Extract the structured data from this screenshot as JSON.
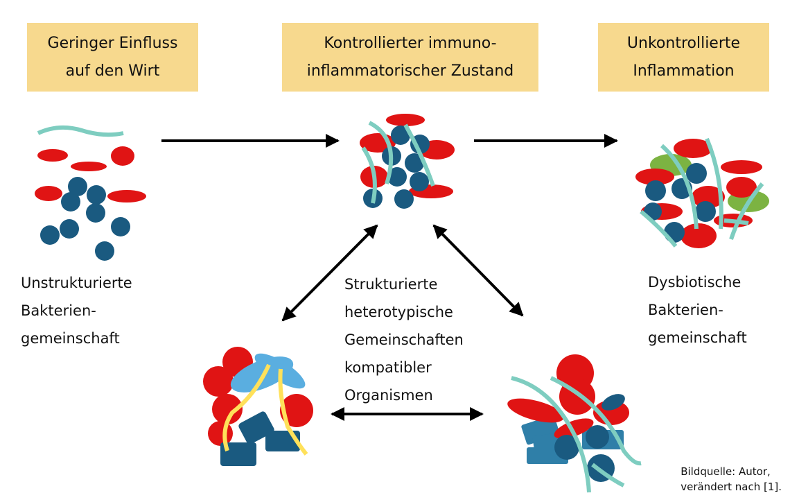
{
  "headers": {
    "left": {
      "line1": "Geringer Einfluss",
      "line2": "auf den Wirt"
    },
    "middle": {
      "line1": "Kontrollierter immuno-",
      "line2": "inflammatorischer Zustand"
    },
    "right": {
      "line1": "Unkontrollierte",
      "line2": "Inflammation"
    }
  },
  "captions": {
    "left": [
      "Unstrukturierte",
      "Bakterien-",
      "gemeinschaft"
    ],
    "center": [
      "Strukturierte",
      "heterotypische",
      "Gemeinschaften",
      "kompatibler",
      "Organismen"
    ],
    "right": [
      "Dysbiotische",
      "Bakterien-",
      "gemeinschaft"
    ]
  },
  "credit": {
    "line1": "Bildquelle: Autor,",
    "line2": "verändert nach [1]."
  },
  "colors": {
    "header_bg": "#f7d98e",
    "red": "#e01414",
    "blue": "#1a5a80",
    "light_blue": "#5aaee0",
    "teal": "#7ecdc0",
    "green": "#7cb342",
    "yellow": "#ffe15a",
    "box_blue": "#2f7fa8"
  }
}
